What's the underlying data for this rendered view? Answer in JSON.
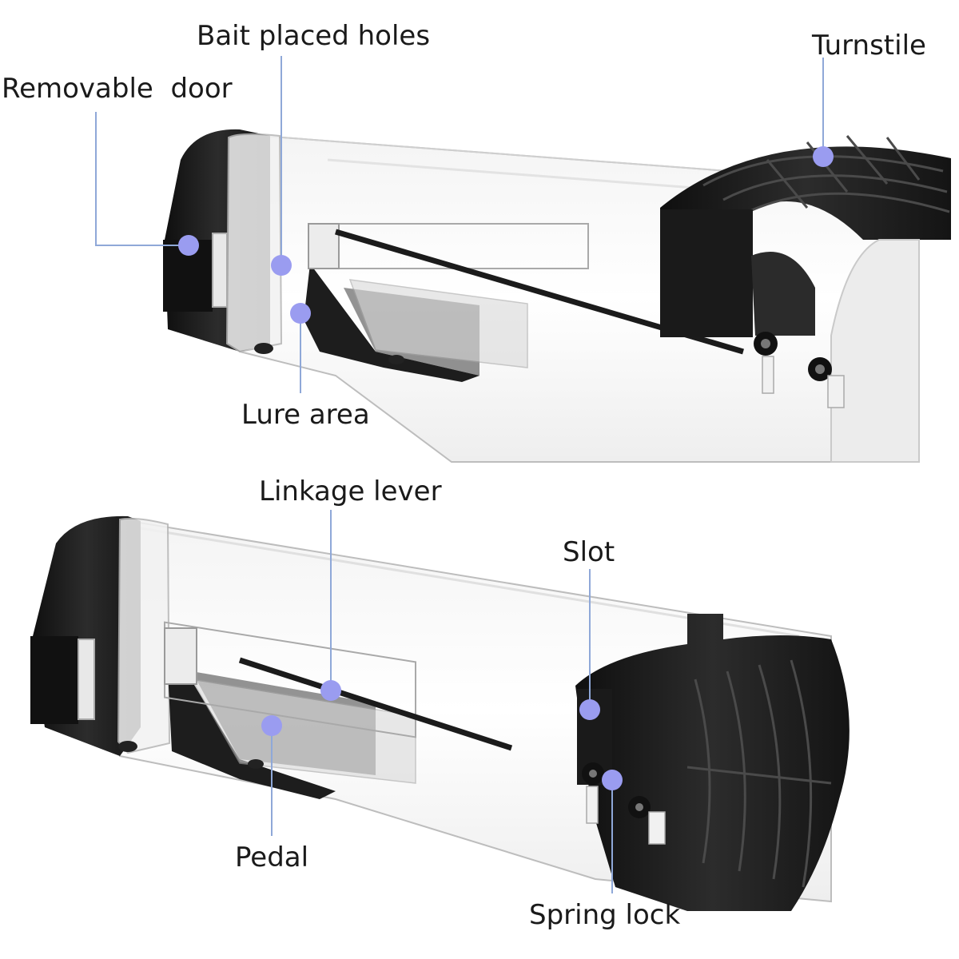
{
  "callouts": {
    "removable_door": "Removable  door",
    "bait_placed_holes": "Bait placed holes",
    "turnstile": "Turnstile",
    "lure_area": "Lure area",
    "linkage_lever": "Linkage lever",
    "slot": "Slot",
    "pedal": "Pedal",
    "spring_lock": "Spring lock"
  },
  "colors": {
    "marker": "#9a9cf0",
    "leader_line": "#8fa8d8",
    "plastic_black": "#1c1c1c",
    "clear_tube_edge": "#c9c9c9"
  }
}
